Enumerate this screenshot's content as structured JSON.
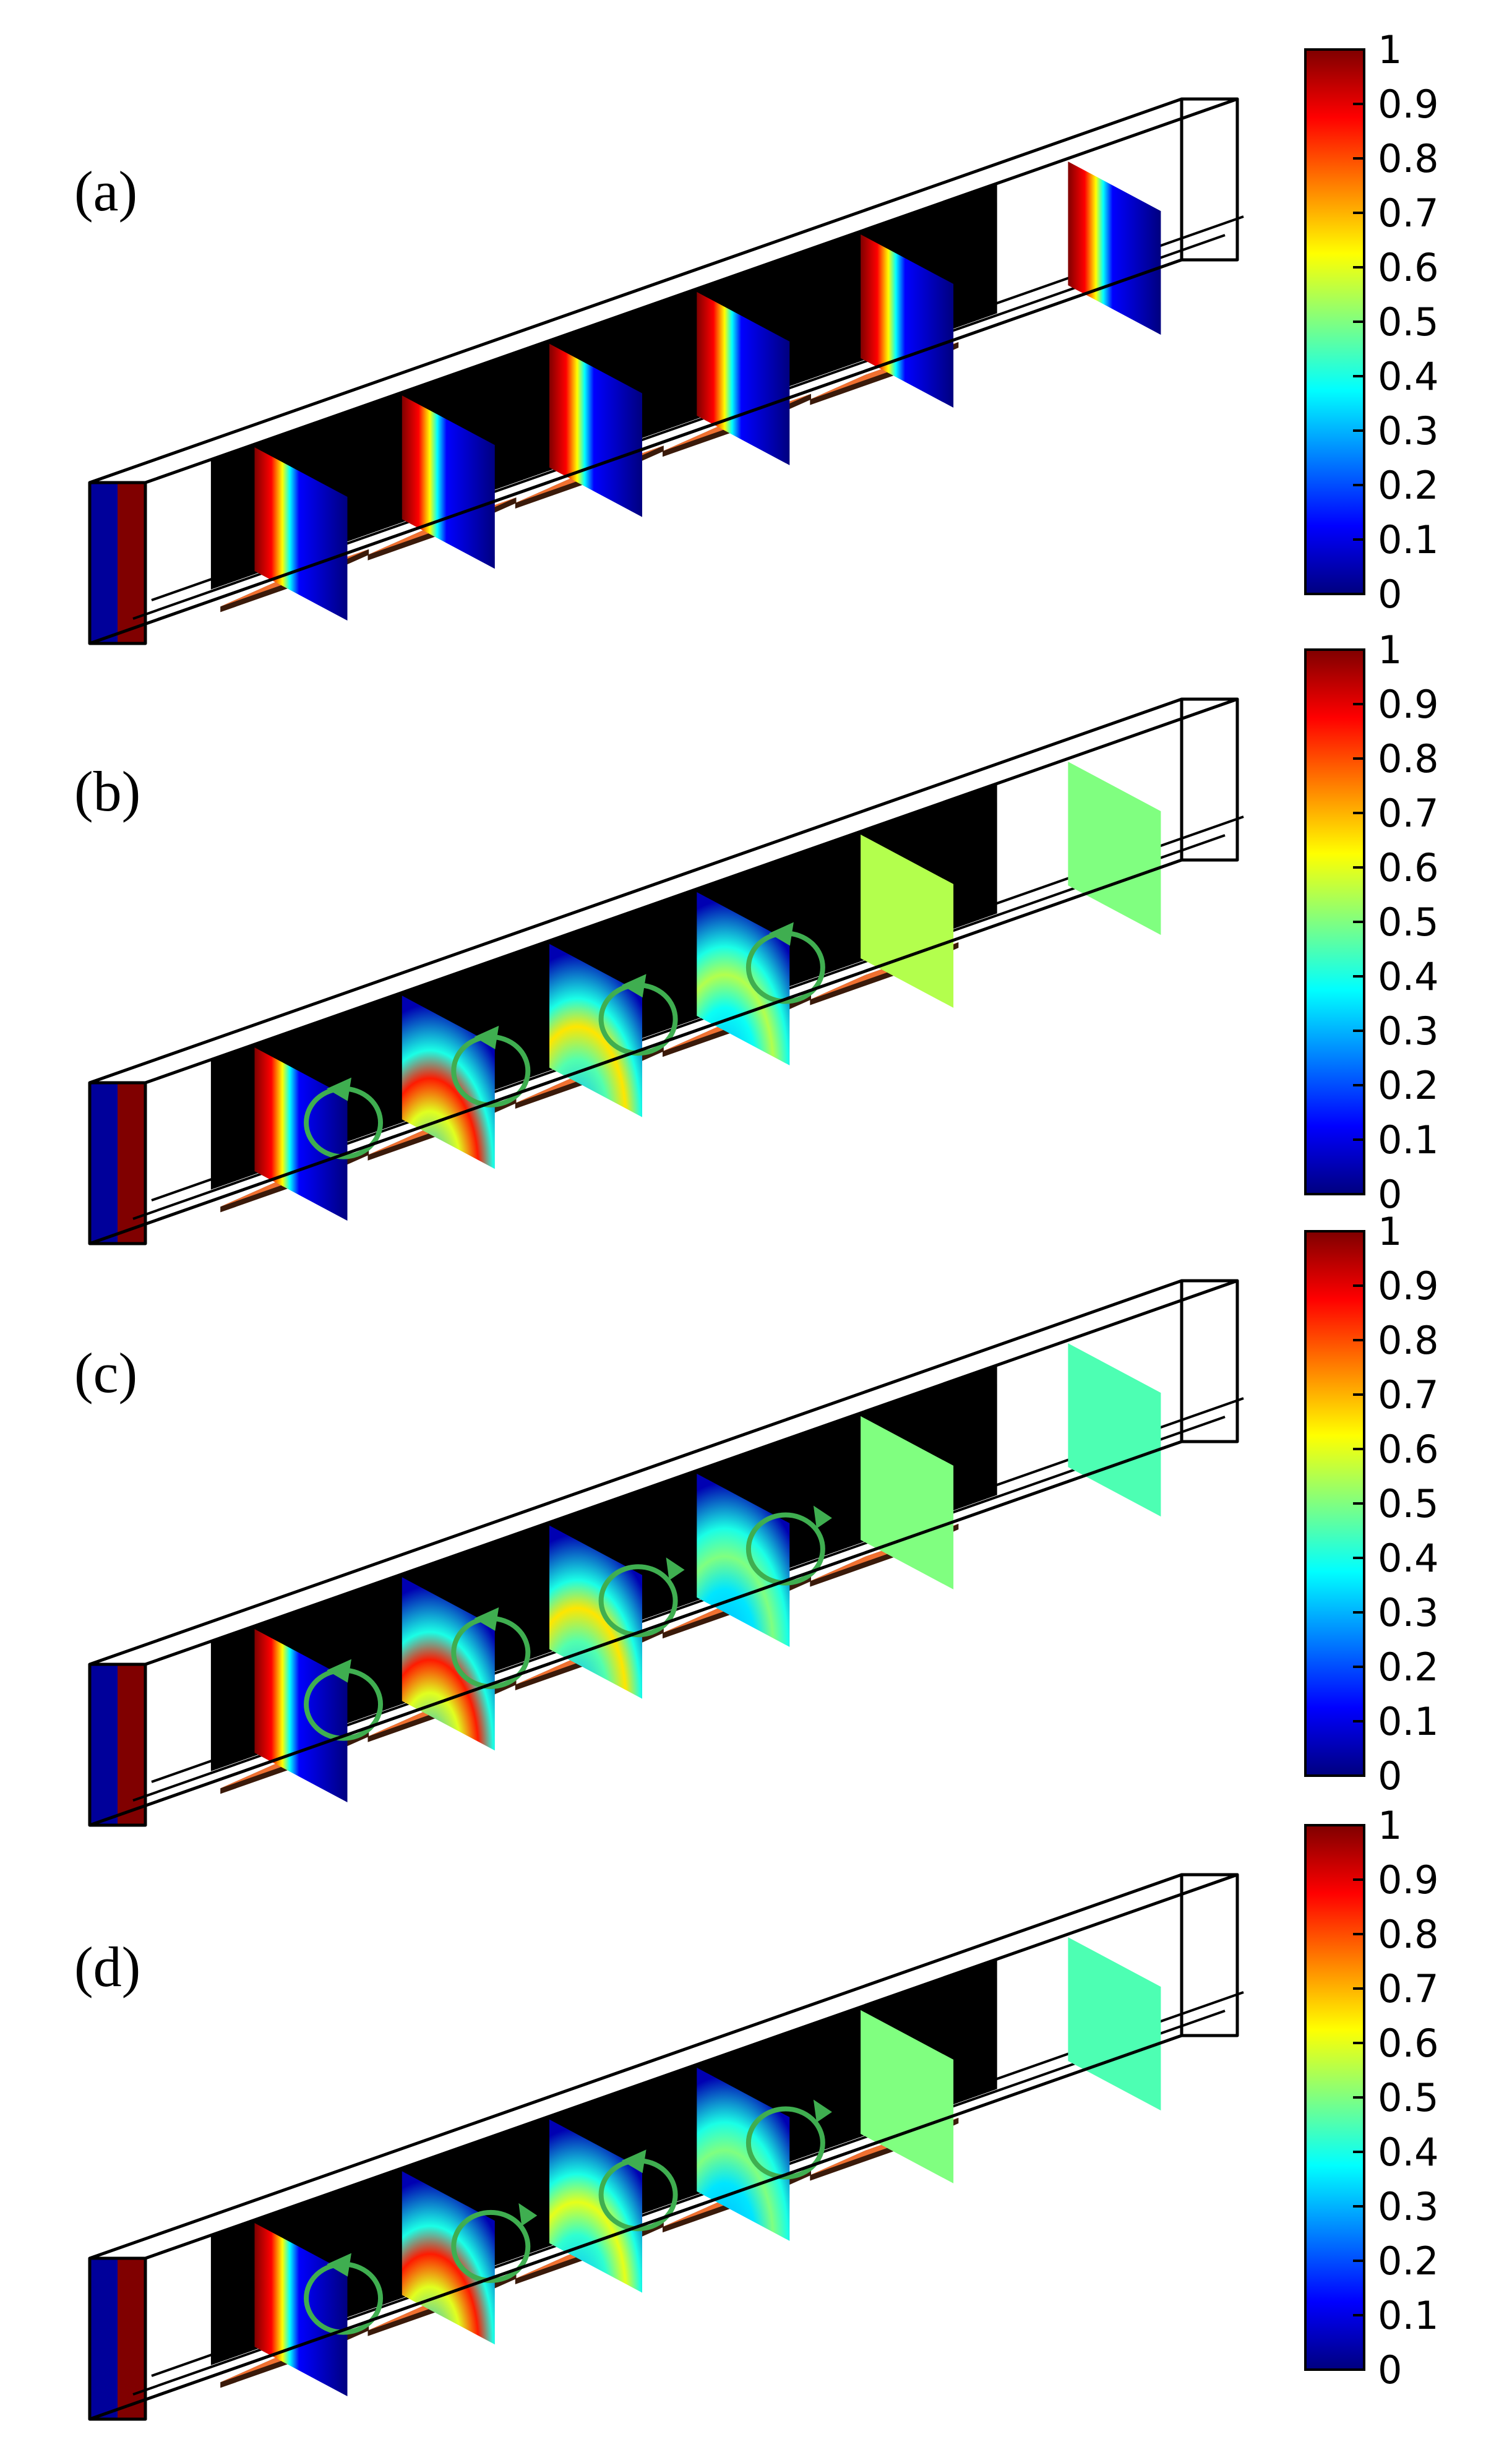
{
  "colorbar": {
    "ticks": [
      "1",
      "0.9",
      "0.8",
      "0.7",
      "0.6",
      "0.5",
      "0.4",
      "0.3",
      "0.2",
      "0.1",
      "0"
    ],
    "stops": [
      "#7f0000",
      "#ff0000",
      "#ff8000",
      "#ffff00",
      "#80ff80",
      "#00ffff",
      "#0080ff",
      "#0000ff",
      "#00007f"
    ]
  },
  "colors": {
    "pad": "#f07030",
    "pad_edge": "#3a1a0a",
    "wall": "#000000",
    "inlet_hot": "#800000",
    "inlet_cold": "#00009a",
    "vortex": "#3fae50"
  },
  "panels": [
    {
      "label": "(a)",
      "slices": [
        {
          "fill": "band",
          "value": 0
        },
        {
          "fill": "band",
          "value": 0
        },
        {
          "fill": "band",
          "value": 0
        },
        {
          "fill": "band",
          "value": 0
        },
        {
          "fill": "band",
          "value": 0
        },
        {
          "fill": "band",
          "value": 0
        }
      ],
      "vortices": []
    },
    {
      "label": "(b)",
      "slices": [
        {
          "fill": "band",
          "value": 0
        },
        {
          "fill": "plume",
          "value": 0.85
        },
        {
          "fill": "plume",
          "value": 0.65
        },
        {
          "fill": "plume",
          "value": 0.55
        },
        {
          "fill": "flat",
          "value": 0.55
        },
        {
          "fill": "flat",
          "value": 0.5
        }
      ],
      "vortices": [
        "ccw",
        "ccw",
        "ccw",
        "ccw"
      ]
    },
    {
      "label": "(c)",
      "slices": [
        {
          "fill": "band",
          "value": 0
        },
        {
          "fill": "plume",
          "value": 0.85
        },
        {
          "fill": "plume",
          "value": 0.65
        },
        {
          "fill": "plume",
          "value": 0.5
        },
        {
          "fill": "flat",
          "value": 0.5
        },
        {
          "fill": "flat",
          "value": 0.45
        }
      ],
      "vortices": [
        "ccw",
        "ccw",
        "cw",
        "cw"
      ]
    },
    {
      "label": "(d)",
      "slices": [
        {
          "fill": "band",
          "value": 0
        },
        {
          "fill": "plume",
          "value": 0.85
        },
        {
          "fill": "plume",
          "value": 0.6
        },
        {
          "fill": "plume",
          "value": 0.5
        },
        {
          "fill": "flat",
          "value": 0.5
        },
        {
          "fill": "flat",
          "value": 0.45
        }
      ],
      "vortices": [
        "ccw",
        "cw",
        "ccw",
        "cw"
      ]
    }
  ]
}
